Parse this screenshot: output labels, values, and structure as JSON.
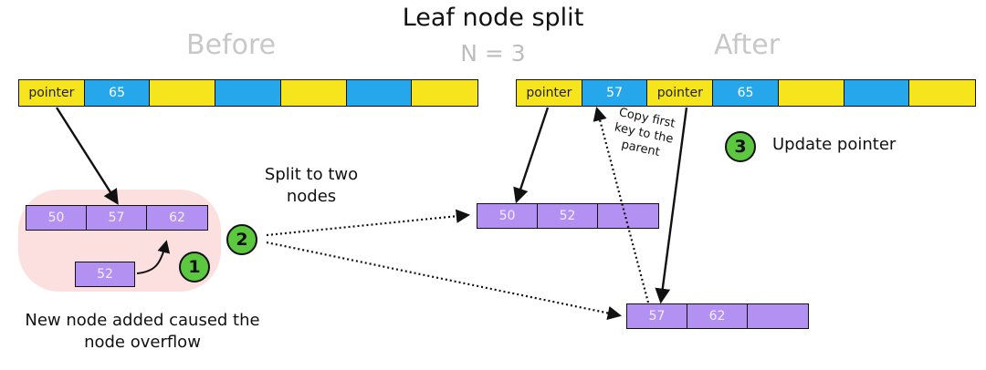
{
  "title": "Leaf node split",
  "subtitle": "N = 3",
  "before": {
    "label": "Before",
    "parent_cells": [
      "pointer",
      "65",
      "",
      "",
      "",
      "",
      ""
    ],
    "leaf_cells": [
      "50",
      "57",
      "62"
    ],
    "new_cell": "52",
    "note": "New node added caused the node overflow"
  },
  "after": {
    "label": "After",
    "parent_cells": [
      "pointer",
      "57",
      "pointer",
      "65",
      "",
      "",
      ""
    ],
    "left_leaf": [
      "50",
      "52",
      ""
    ],
    "right_leaf": [
      "57",
      "62",
      ""
    ]
  },
  "steps": [
    {
      "number": "1"
    },
    {
      "number": "2",
      "label": "Split to two nodes"
    },
    {
      "number": "3",
      "label": "Update pointer"
    }
  ],
  "copy_note": "Copy first key to the parent",
  "colors": {
    "pointer": "#f6e51c",
    "key": "#26a7ec",
    "leaf": "#b391f2",
    "badge": "#5cc840",
    "highlight": "#f9d4d4"
  }
}
